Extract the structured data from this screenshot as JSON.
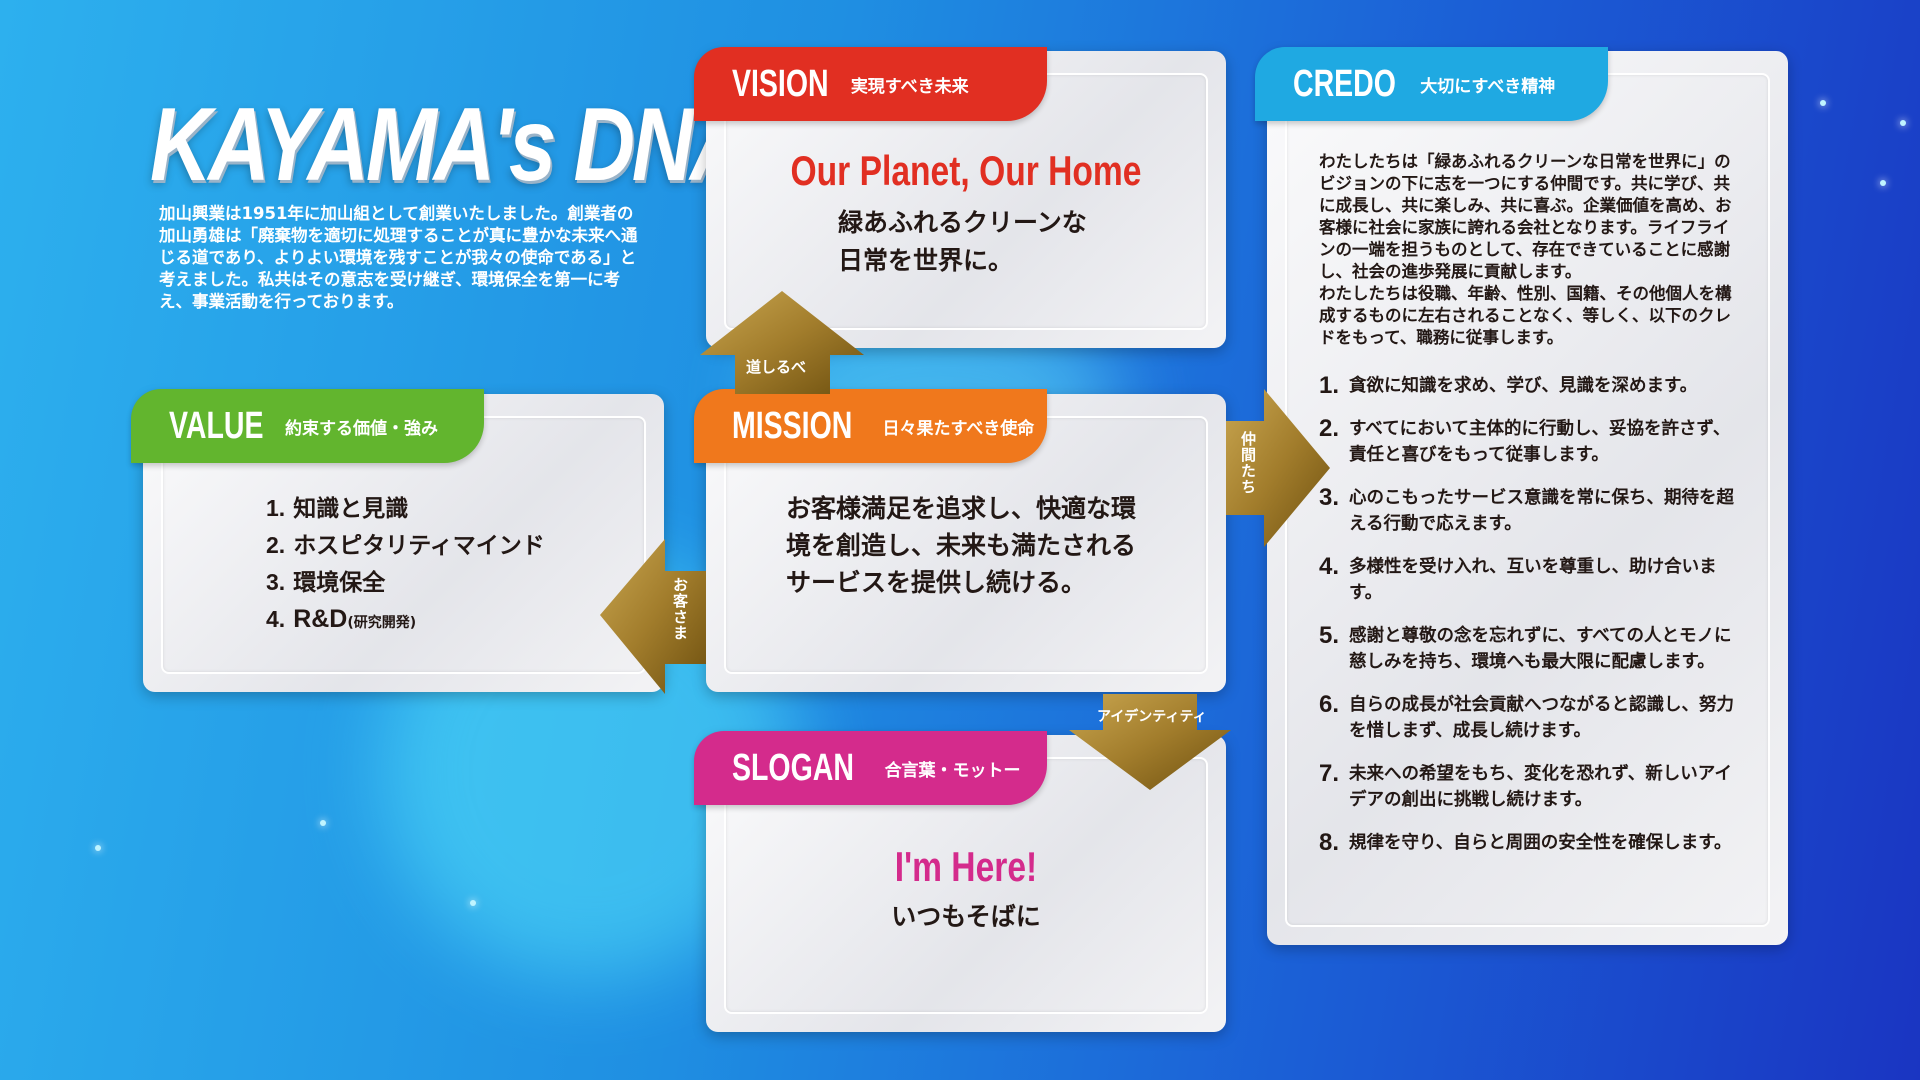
{
  "title": "KAYAMA's DNA",
  "intro": "加山興業は1951年に加山組として創業いたしました。創業者の加山勇雄は「廃棄物を適切に処理することが真に豊かな未来へ通じる道であり、よりよい環境を残すことが我々の使命である」と考えました。私共はその意志を受け継ぎ、環境保全を第一に考え、事業活動を行っております。",
  "colors": {
    "vision": "#e12f22",
    "mission": "#f0781c",
    "value": "#62b52e",
    "slogan": "#d42b8c",
    "credo": "#1fa9e2",
    "arrow": "#9c7a2a"
  },
  "vision": {
    "label": "VISION",
    "sub": "実現すべき未来",
    "headline": "Our Planet, Our Home",
    "line1": "緑あふれるクリーンな",
    "line2": "日常を世界に。"
  },
  "mission": {
    "label": "MISSION",
    "sub": "日々果たすべき使命",
    "text": "お客様満足を追求し、快適な環境を創造し、未来も満たされるサービスを提供し続ける。"
  },
  "value": {
    "label": "VALUE",
    "sub": "約束する価値・強み",
    "items": [
      {
        "num": "1.",
        "text": "知識と見識",
        "note": ""
      },
      {
        "num": "2.",
        "text": "ホスピタリティマインド",
        "note": ""
      },
      {
        "num": "3.",
        "text": "環境保全",
        "note": ""
      },
      {
        "num": "4.",
        "text": "R&D",
        "note": "(研究開発)"
      }
    ]
  },
  "slogan": {
    "label": "SLOGAN",
    "sub": "合言葉・モットー",
    "headline": "I'm Here!",
    "line": "いつもそばに"
  },
  "credo": {
    "label": "CREDO",
    "sub": "大切にすべき精神",
    "intro1": "わたしたちは「緑あふれるクリーンな日常を世界に」のビジョンの下に志を一つにする仲間です。共に学び、共に成長し、共に楽しみ、共に喜ぶ。企業価値を高め、お客様に社会に家族に誇れる会社となります。ライフラインの一端を担うものとして、存在できていることに感謝し、社会の進歩発展に貢献します。",
    "intro2": "わたしたちは役職、年齢、性別、国籍、その他個人を構成するものに左右されることなく、等しく、以下のクレドをもって、職務に従事します。",
    "items": [
      {
        "num": "1.",
        "text": "貪欲に知識を求め、学び、見識を深めます。"
      },
      {
        "num": "2.",
        "text": "すべてにおいて主体的に行動し、妥協を許さず、責任と喜びをもって従事します。"
      },
      {
        "num": "3.",
        "text": "心のこもったサービス意識を常に保ち、期待を超える行動で応えます。"
      },
      {
        "num": "4.",
        "text": "多様性を受け入れ、互いを尊重し、助け合います。"
      },
      {
        "num": "5.",
        "text": "感謝と尊敬の念を忘れずに、すべての人とモノに慈しみを持ち、環境へも最大限に配慮します。"
      },
      {
        "num": "6.",
        "text": "自らの成長が社会貢献へつながると認識し、努力を惜しまず、成長し続けます。"
      },
      {
        "num": "7.",
        "text": "未来への希望をもち、変化を恐れず、新しいアイデアの創出に挑戦し続けます。"
      },
      {
        "num": "8.",
        "text": "規律を守り、自らと周囲の安全性を確保します。"
      }
    ]
  },
  "arrows": {
    "up": "道しるべ",
    "left": "お客さま",
    "right": "仲間たち",
    "down": "アイデンティティ"
  }
}
